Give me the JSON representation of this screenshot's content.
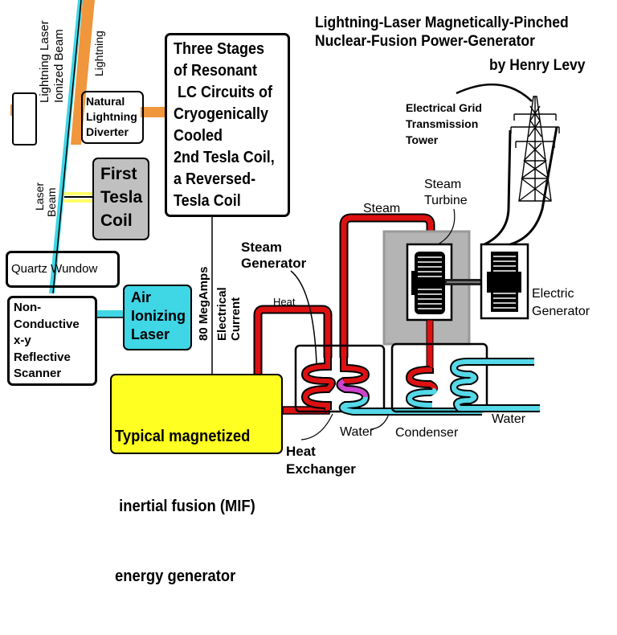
{
  "title": {
    "line1": "Lightning-Laser Magnetically-Pinched",
    "line2": "Nuclear-Fusion Power-Generator",
    "author": "by Henry Levy"
  },
  "labels": {
    "lightning_laser_1": "Lightning Laser",
    "lightning_laser_2": "Ionized Beam",
    "lightning": "Lightning",
    "laser_beam_1": "Laser",
    "laser_beam_2": "Beam",
    "megamps": "80 MegAmps",
    "electrical_current_1": "Electrical",
    "electrical_current_2": "Current",
    "heat": "Heat",
    "steam_generator_1": "Steam",
    "steam_generator_2": "Generator",
    "steam": "Steam",
    "steam_turbine_1": "Steam",
    "steam_turbine_2": "Turbine",
    "grid_1": "Electrical Grid",
    "grid_2": "Transmission",
    "grid_3": "Tower",
    "electric_generator_1": "Electric",
    "electric_generator_2": "Generator",
    "water_left": "Water",
    "water_right": "Water",
    "condenser": "Condenser",
    "heat_exchanger_1": "Heat",
    "heat_exchanger_2": "Exchanger"
  },
  "boxes": {
    "diverter": [
      "Natural",
      "Lightning",
      "Diverter"
    ],
    "tesla_stages": [
      "Three Stages",
      "of Resonant",
      " LC Circuits of",
      "Cryogenically",
      "Cooled",
      "2nd Tesla Coil,",
      "a Reversed-",
      "Tesla Coil"
    ],
    "first_tesla": [
      "First",
      "Tesla",
      "Coil"
    ],
    "quartz": "Quartz Wundow",
    "scanner": [
      "Non-",
      "Conductive",
      "x-y",
      "Reflective",
      "Scanner"
    ],
    "laser": [
      "Air",
      "Ionizing",
      "Laser"
    ],
    "mif": [
      "Typical magnetized",
      " inertial fusion (MIF)",
      "energy generator"
    ]
  },
  "colors": {
    "laser_beam": "#3fd6e6",
    "lightning": "#f0963c",
    "steam_pipe": "#dd1111",
    "water_pipe": "#55d8e8",
    "transfer": "#cc44cc",
    "mif_fill": "#ffff22",
    "tesla_fill": "#c0c0c0",
    "turbine_housing": "#b4b4b4"
  }
}
